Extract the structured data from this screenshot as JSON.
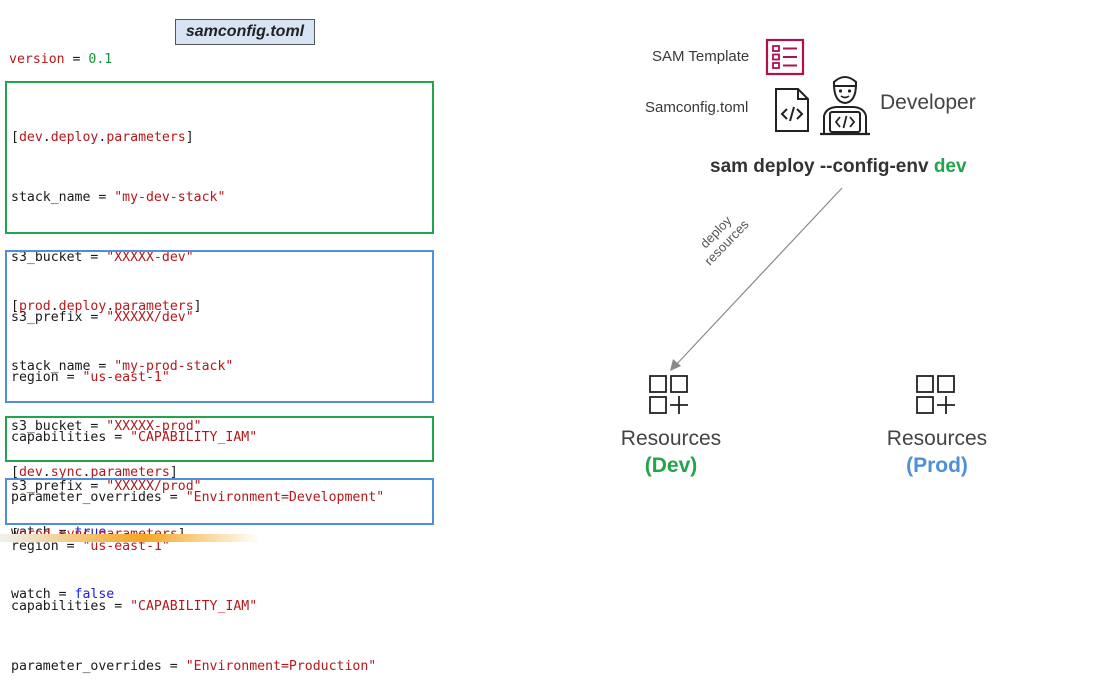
{
  "config": {
    "filename": "samconfig.toml",
    "version_key": "version",
    "version_value": "0.1",
    "dev_deploy": {
      "header": [
        "dev",
        "deploy",
        "parameters"
      ],
      "lines": [
        {
          "key": "stack_name",
          "value": "\"my-dev-stack\""
        },
        {
          "key": "s3_bucket",
          "value": "\"XXXXX-dev\""
        },
        {
          "key": "s3_prefix",
          "value": "\"XXXXX/dev\""
        },
        {
          "key": "region",
          "value": "\"us-east-1\""
        },
        {
          "key": "capabilities",
          "value": "\"CAPABILITY_IAM\""
        },
        {
          "key": "parameter_overrides",
          "value": "\"Environment=Development\""
        }
      ]
    },
    "prod_deploy": {
      "header": [
        "prod",
        "deploy",
        "parameters"
      ],
      "lines": [
        {
          "key": "stack_name",
          "value": "\"my-prod-stack\""
        },
        {
          "key": "s3_bucket",
          "value": "\"XXXXX-prod\""
        },
        {
          "key": "s3_prefix",
          "value": "\"XXXXX/prod\""
        },
        {
          "key": "region",
          "value": "\"us-east-1\""
        },
        {
          "key": "capabilities",
          "value": "\"CAPABILITY_IAM\""
        },
        {
          "key": "parameter_overrides",
          "value": "\"Environment=Production\""
        }
      ]
    },
    "dev_sync": {
      "header": [
        "dev",
        "sync",
        "parameters"
      ],
      "key": "watch",
      "value": "true"
    },
    "prod_sync": {
      "header": [
        "prod",
        "sync",
        "parameters"
      ],
      "key": "watch",
      "value": "false"
    }
  },
  "diagram": {
    "sam_template_label": "SAM Template",
    "samconfig_label": "Samconfig.toml",
    "developer_label": "Developer",
    "command_prefix": "sam deploy --config-env ",
    "command_env": "dev",
    "arrow_label_line1": "deploy",
    "arrow_label_line2": "resources",
    "resources_dev_label": "Resources",
    "resources_dev_env": "(Dev)",
    "resources_prod_label": "Resources",
    "resources_prod_env": "(Prod)"
  },
  "colors": {
    "dev_green": "#23a34a",
    "prod_blue": "#4f8fd8",
    "string_red": "#b4181b",
    "bool_blue": "#1c1ce0",
    "icon_crimson": "#b0104e"
  }
}
